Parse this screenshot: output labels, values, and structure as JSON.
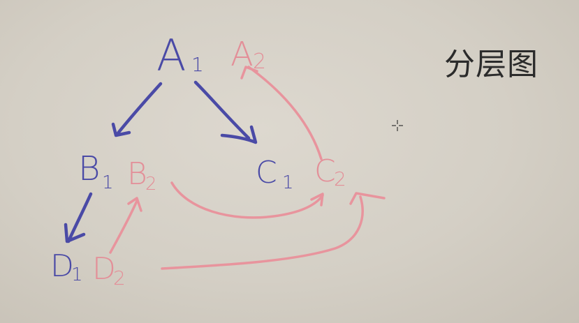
{
  "title": "分层图",
  "nodes": {
    "a1": {
      "letter": "A",
      "sub": "1"
    },
    "a2": {
      "letter": "A",
      "sub": "2"
    },
    "b1": {
      "letter": "B",
      "sub": "1"
    },
    "b2": {
      "letter": "B",
      "sub": "2"
    },
    "c1": {
      "letter": "C",
      "sub": "1"
    },
    "c2": {
      "letter": "C",
      "sub": "2"
    },
    "d1": {
      "letter": "D",
      "sub": "1"
    },
    "d2": {
      "letter": "D",
      "sub": "2"
    }
  },
  "colors": {
    "layer1": "#4a4aa6",
    "layer2": "#e38f98",
    "title": "#2b2b2b"
  },
  "edges": [
    {
      "from": "A1",
      "to": "B1",
      "layer": 1
    },
    {
      "from": "A1",
      "to": "C1",
      "layer": 1
    },
    {
      "from": "B1",
      "to": "D1",
      "layer": 1
    },
    {
      "from": "D2",
      "to": "B2",
      "layer": 2
    },
    {
      "from": "B2",
      "to": "C2",
      "layer": 2
    },
    {
      "from": "D2",
      "to": "C2",
      "layer": 2
    },
    {
      "from": "C2",
      "to": "A2",
      "layer": 2
    }
  ]
}
